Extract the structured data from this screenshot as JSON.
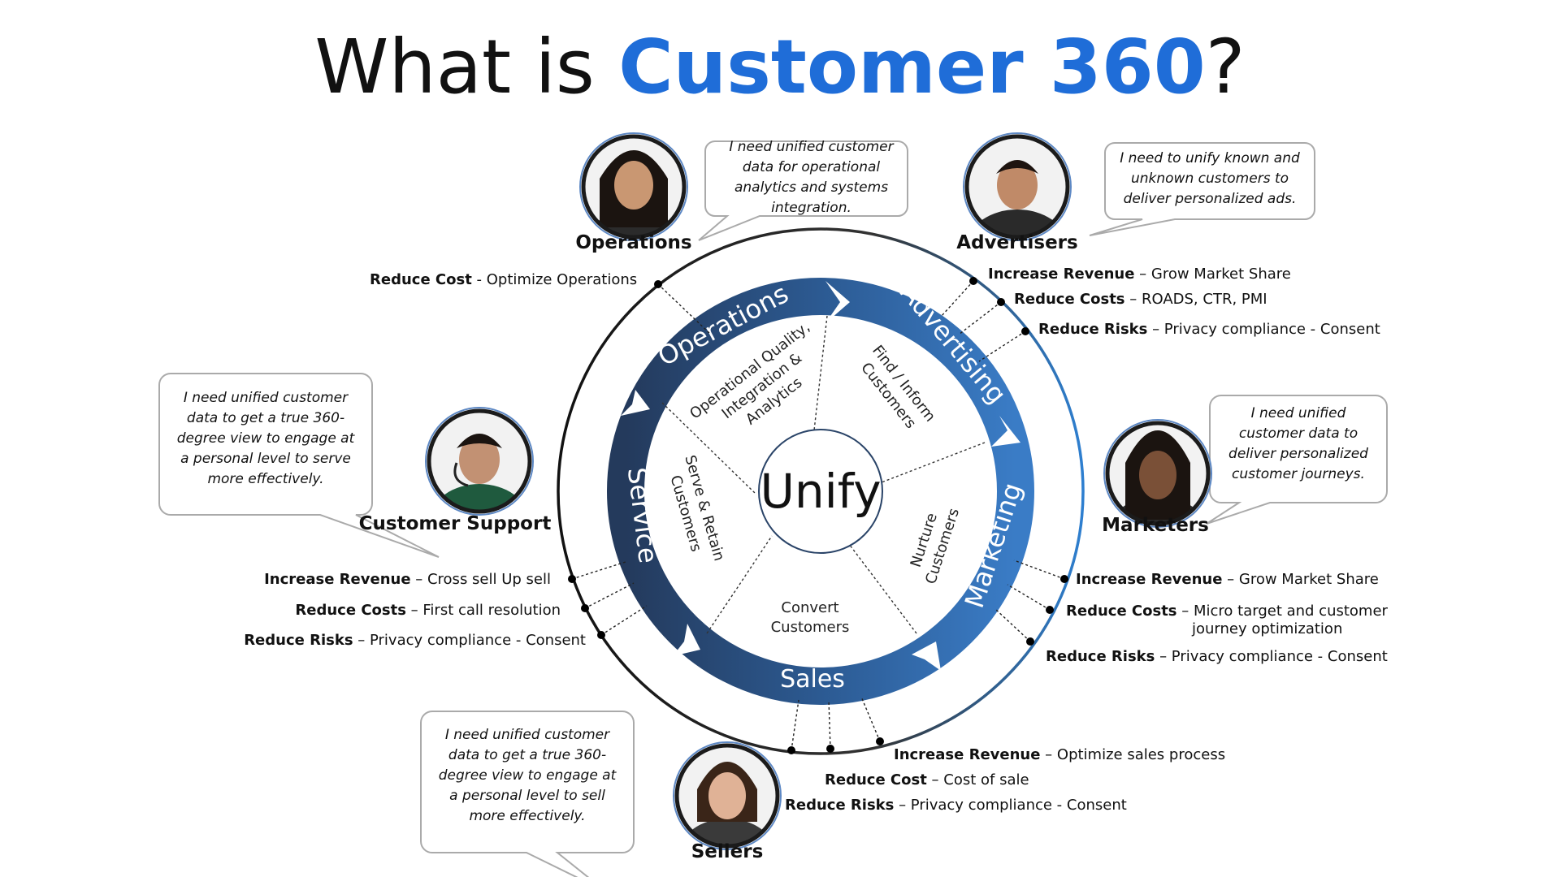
{
  "title": {
    "prefix": "What  is ",
    "highlight": "Customer 360",
    "suffix": "?"
  },
  "center": "Unify",
  "ring_segments": [
    "Operations",
    "Advertising",
    "Marketing",
    "Sales",
    "Service"
  ],
  "inner_sections": {
    "operations": [
      "Operational Quality,",
      "Integration &",
      "Analytics"
    ],
    "advertising": [
      "Find / Inform",
      "Customers"
    ],
    "marketing": [
      "Nurture",
      "Customers"
    ],
    "sales": [
      "Convert",
      "Customers"
    ],
    "service": [
      "Serve & Retain",
      "Customers"
    ]
  },
  "personas": {
    "operations": "Operations",
    "advertisers": "Advertisers",
    "support": "Customer Support",
    "marketers": "Marketers",
    "sellers": "Sellers"
  },
  "quotes": {
    "operations": [
      "I need unified customer",
      "data for operational",
      "analytics and systems",
      "integration."
    ],
    "advertisers": [
      "I need to unify known and",
      "unknown customers to",
      "deliver personalized ads."
    ],
    "support": [
      "I need unified customer",
      "data to get a true 360-",
      "degree view to engage at",
      "a personal level to serve",
      "more effectively."
    ],
    "marketers": [
      "I need unified",
      "customer data to",
      "deliver personalized",
      "customer journeys."
    ],
    "sellers": [
      "I need unified customer",
      "data to get a true 360-",
      "degree view to engage at",
      "a personal level to sell",
      "more effectively."
    ]
  },
  "benefits": {
    "operations": [
      {
        "label": "Reduce Cost",
        "detail": " - Optimize Operations"
      }
    ],
    "advertising": [
      {
        "label": "Increase Revenue",
        "detail": " – Grow Market Share"
      },
      {
        "label": "Reduce Costs",
        "detail": " – ROADS, CTR, PMI"
      },
      {
        "label": "Reduce Risks",
        "detail": " – Privacy compliance - Consent"
      }
    ],
    "service": [
      {
        "label": "Increase Revenue",
        "detail": " – Cross sell Up sell"
      },
      {
        "label": "Reduce Costs",
        "detail": " – First call resolution"
      },
      {
        "label": "Reduce Risks",
        "detail": " – Privacy compliance - Consent"
      }
    ],
    "marketing": [
      {
        "label": "Increase Revenue",
        "detail": " – Grow Market Share"
      },
      {
        "label": "Reduce Costs",
        "detail": " – Micro target and customer",
        "detail2": "journey optimization"
      },
      {
        "label": "Reduce Risks",
        "detail": " – Privacy compliance - Consent"
      }
    ],
    "sales": [
      {
        "label": "Increase Revenue",
        "detail": " – Optimize sales process"
      },
      {
        "label": "Reduce Cost",
        "detail": " – Cost of sale"
      },
      {
        "label": "Reduce Risks",
        "detail": " – Privacy compliance - Consent"
      }
    ]
  },
  "colors": {
    "accent": "#1f6dd8",
    "ring_dark": "#2a4468",
    "ring_light": "#3a78c2",
    "bubble_border": "#b0b0b0"
  }
}
